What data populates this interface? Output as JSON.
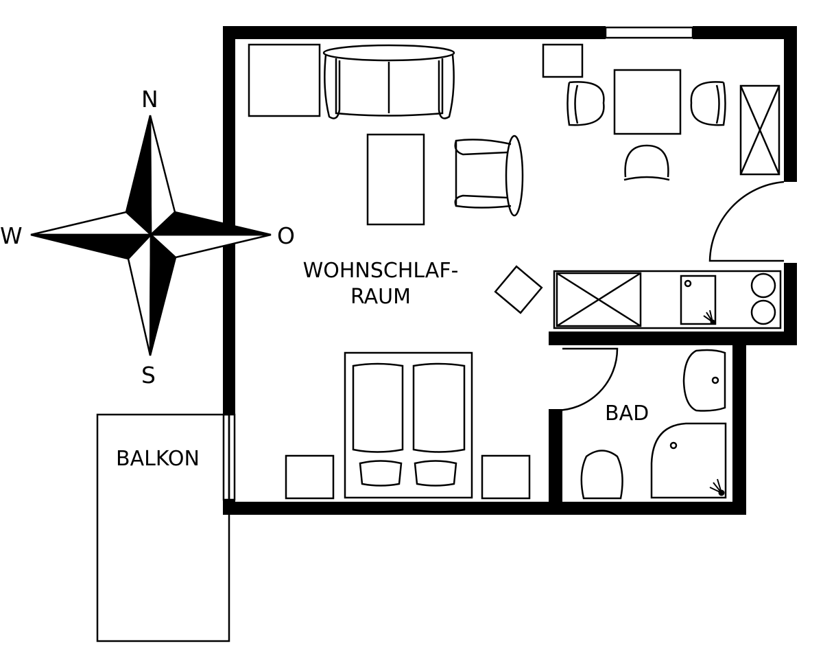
{
  "compass": {
    "north": "N",
    "south": "S",
    "west": "W",
    "east": "O"
  },
  "rooms": {
    "living_line1": "WOHNSCHLAF-",
    "living_line2": "RAUM",
    "bath": "BAD",
    "balcony": "BALKON"
  },
  "colors": {
    "ink": "#000000",
    "background": "#ffffff"
  }
}
